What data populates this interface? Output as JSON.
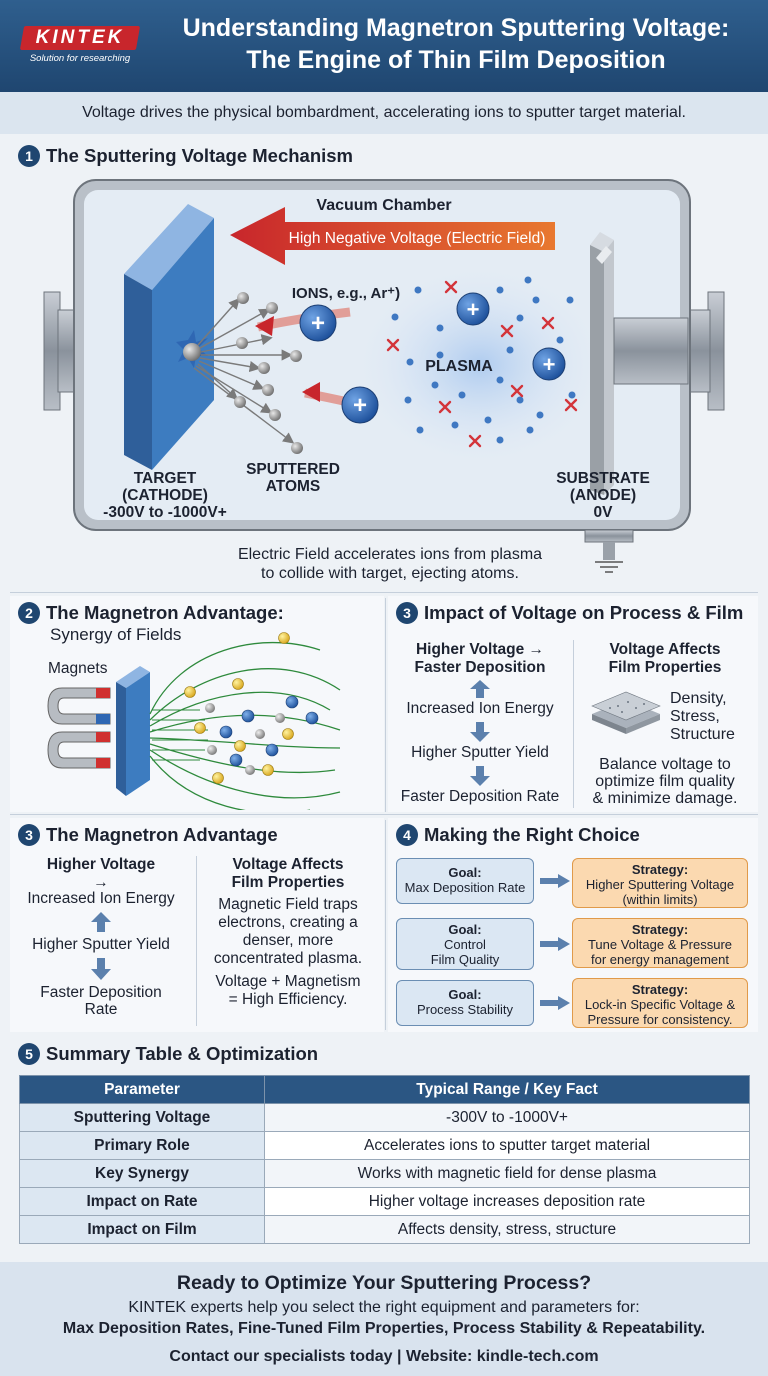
{
  "header": {
    "logo_text": "KINTEK",
    "logo_tagline": "Solution for researching",
    "title_line1": "Understanding Magnetron Sputtering Voltage:",
    "title_line2": "The Engine of Thin Film Deposition",
    "subtitle": "Voltage drives the physical bombardment, accelerating ions to sputter target material."
  },
  "section1": {
    "number": "1",
    "title": "The Sputtering Voltage Mechanism",
    "chamber_label": "Vacuum Chamber",
    "field_label": "High Negative Voltage (Electric Field)",
    "ions_label": "IONS, e.g., Ar⁺)",
    "plasma_label": "PLASMA",
    "target_label": [
      "TARGET",
      "(CATHODE)",
      "-300V to -1000V+"
    ],
    "sputtered_label": [
      "SPUTTERED",
      "ATOMS"
    ],
    "substrate_label": [
      "SUBSTRATE",
      "(ANODE)",
      "0V"
    ],
    "caption": [
      "Electric Field accelerates ions from plasma",
      "to collide with target, ejecting atoms."
    ]
  },
  "section2": {
    "number": "2",
    "title": "The Magnetron Advantage:",
    "subtitle": "Synergy of Fields",
    "magnets_label": "Magnets"
  },
  "section3a": {
    "number": "3",
    "title": "Impact of Voltage on Process & Film",
    "left_heading": [
      "Higher Voltage →",
      "Faster Deposition"
    ],
    "steps": [
      "Increased Ion Energy",
      "Higher Sputter Yield",
      "Faster Deposition Rate"
    ],
    "right_heading": [
      "Voltage Affects",
      "Film Properties"
    ],
    "properties": [
      "Density,",
      "Stress,",
      "Structure"
    ],
    "note": [
      "Balance voltage to",
      "optimize film quality",
      "& minimize damage."
    ]
  },
  "section3b": {
    "number": "3",
    "title": "The Magnetron Advantage",
    "left_heading": [
      "Higher Voltage",
      "→"
    ],
    "steps": [
      "Increased Ion Energy",
      "Higher Sputter Yield",
      "Faster Deposition",
      "Rate"
    ],
    "right_heading": [
      "Voltage Affects",
      "Film Properties"
    ],
    "body": [
      "Magnetic Field traps",
      "electrons, creating a",
      "denser, more",
      "concentrated plasma."
    ],
    "formula": [
      "Voltage + Magnetism",
      "= High Efficiency."
    ]
  },
  "section4": {
    "number": "4",
    "title": "Making the Right Choice",
    "rows": [
      {
        "goal_label": "Goal:",
        "goal": [
          "Max Deposition Rate"
        ],
        "strategy_label": "Strategy:",
        "strategy": [
          "Higher Sputtering Voltage",
          "(within limits)"
        ]
      },
      {
        "goal_label": "Goal:",
        "goal": [
          "Control",
          "Film Quality"
        ],
        "strategy_label": "Strategy:",
        "strategy": [
          "Tune Voltage & Pressure",
          "for energy management"
        ]
      },
      {
        "goal_label": "Goal:",
        "goal": [
          "Process Stability"
        ],
        "strategy_label": "Strategy:",
        "strategy": [
          "Lock-in Specific Voltage &",
          "Pressure for consistency."
        ]
      }
    ]
  },
  "section5": {
    "number": "5",
    "title": "Summary Table & Optimization",
    "columns": [
      "Parameter",
      "Typical Range / Key Fact"
    ],
    "rows": [
      [
        "Sputtering Voltage",
        "-300V to -1000V+"
      ],
      [
        "Primary Role",
        "Accelerates ions to sputter target material"
      ],
      [
        "Key Synergy",
        "Works with magnetic field for dense plasma"
      ],
      [
        "Impact on Rate",
        "Higher voltage increases deposition rate"
      ],
      [
        "Impact on Film",
        "Affects density, stress, structure"
      ]
    ]
  },
  "footer": {
    "headline": "Ready to Optimize Your Sputtering Process?",
    "line1": "KINTEK experts help you select the right equipment and parameters for:",
    "line2": "Max Deposition Rates, Fine-Tuned Film Properties, Process Stability & Repeatability.",
    "contact": "Contact our specialists today | Website: kindle-tech.com"
  },
  "colors": {
    "header": "#2f5f8e",
    "accent_red": "#c8262c",
    "target_blue": "#3d7cc0",
    "ion_blue": "#2f67b3",
    "strategy_fill": "#fbd9b0",
    "goal_fill": "#dbe7f3"
  }
}
